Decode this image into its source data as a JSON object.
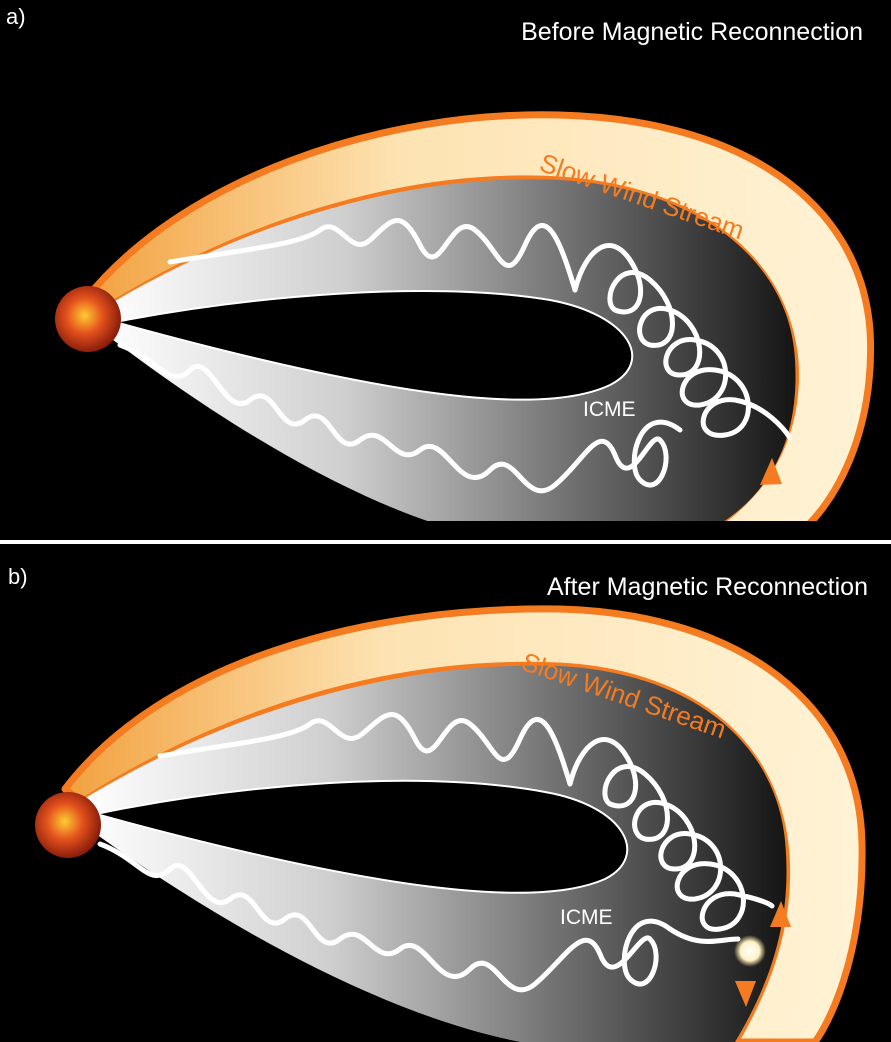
{
  "panels": [
    {
      "letter": "a)",
      "heading": "Before Magnetic Reconnection",
      "wind_label": "Slow Wind Stream",
      "icme_label": "ICME"
    },
    {
      "letter": "b)",
      "heading": "After Magnetic Reconnection",
      "wind_label": "Slow Wind Stream",
      "icme_label": "ICME"
    }
  ],
  "colors": {
    "background": "#000000",
    "slow_wind_fill": "#fdecc0",
    "slow_wind_edge": "#f47b20",
    "icme_gradient_start": "#ffffff",
    "icme_gradient_end": "#1a1a1a",
    "field_line": "#ffffff",
    "sun": "#c0331a"
  },
  "icons": {
    "sun": "sun-icon",
    "reconnection_point": "reconnection-spark-icon"
  }
}
